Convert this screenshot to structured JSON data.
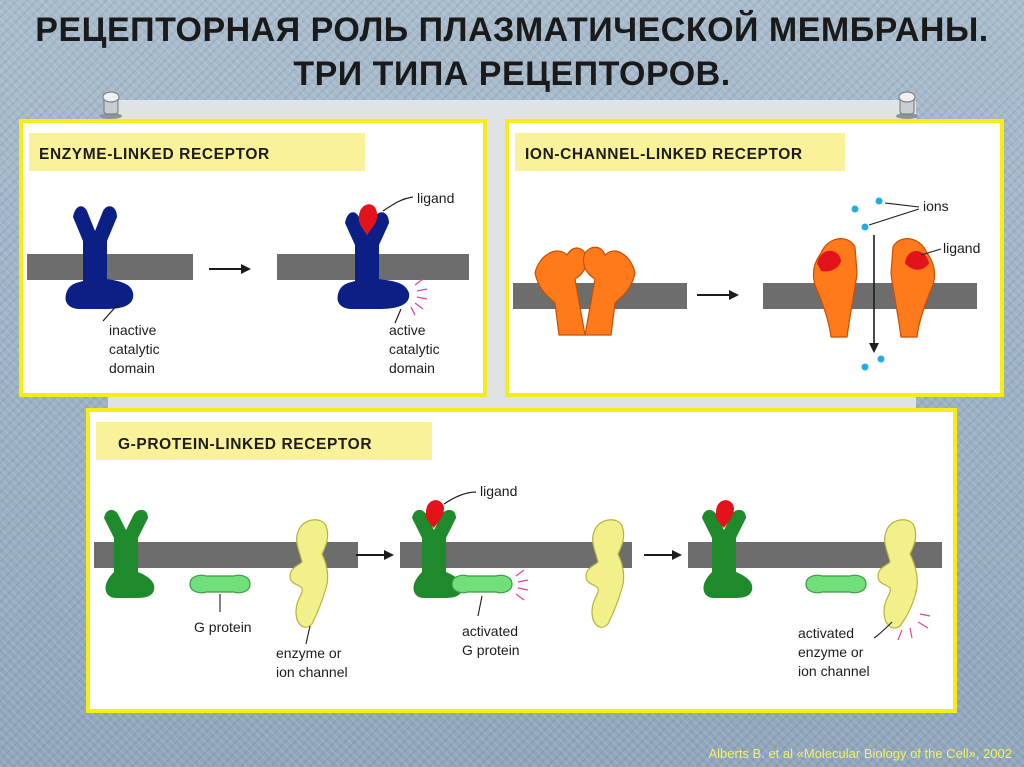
{
  "slide": {
    "title_line1": "РЕЦЕПТОРНАЯ РОЛЬ ПЛАЗМАТИЧЕСКОЙ МЕМБРАНЫ.",
    "title_line2": "ТРИ ТИПА РЕЦЕПТОРОВ.",
    "citation": "Alberts B. et al «Molecular Biology of the Cell», 2002"
  },
  "enzyme_panel": {
    "header": "ENZYME-LINKED RECEPTOR",
    "ligand_label": "ligand",
    "inactive_label": [
      "inactive",
      "catalytic",
      "domain"
    ],
    "active_label": [
      "active",
      "catalytic",
      "domain"
    ]
  },
  "ion_panel": {
    "header": "ION-CHANNEL-LINKED RECEPTOR",
    "ions_label": "ions",
    "ligand_label": "ligand"
  },
  "gprotein_panel": {
    "header": "G-PROTEIN-LINKED RECEPTOR",
    "ligand_label": "ligand",
    "gprotein_label": "G protein",
    "enzyme_label": [
      "enzyme or",
      "ion channel"
    ],
    "activated_gprotein_label": [
      "activated",
      "G protein"
    ],
    "activated_enzyme_label": [
      "activated",
      "enzyme or",
      "ion channel"
    ]
  },
  "colors": {
    "panel_border": "#f4ee16",
    "header_bg": "#f9f29a",
    "membrane": "#6d6d6d",
    "enzyme_receptor": "#0b1f85",
    "ion_channel": "#ff7a1a",
    "g_receptor": "#1f8a2c",
    "g_protein": "#72e07a",
    "effector": "#f1f08a",
    "ligand": "#e3131b",
    "ions": "#22aee0",
    "activation_spark": "#e0449a"
  }
}
